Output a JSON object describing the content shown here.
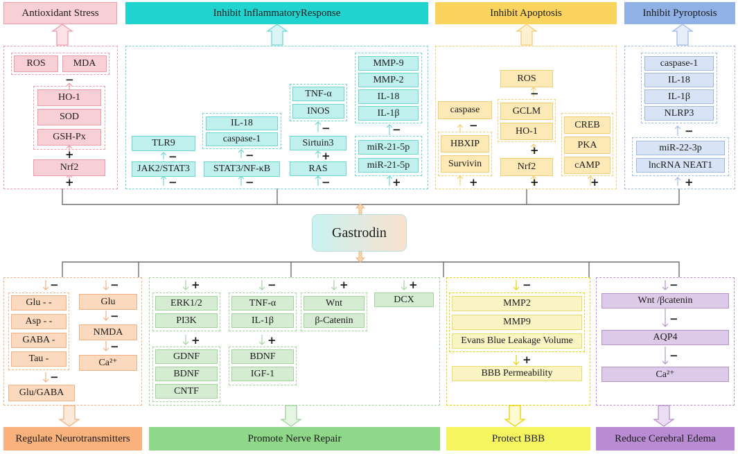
{
  "center": "Gastrodin",
  "headers": {
    "antioxidant": "Antioxidant Stress",
    "inflammatory": "Inhibit InflammatoryResponse",
    "apoptosis": "Inhibit Apoptosis",
    "pyroptosis": "Inhibit Pyroptosis",
    "neurotransmitters": "Regulate Neurotransmitters",
    "nerve_repair": "Promote Nerve Repair",
    "bbb": "Protect BBB",
    "edema": "Reduce Cerebral Edema"
  },
  "antioxidant": {
    "ros": "ROS",
    "mda": "MDA",
    "ho1": "HO-1",
    "sod": "SOD",
    "gshpx": "GSH-Px",
    "nrf2": "Nrf2"
  },
  "inflammatory": {
    "tlr9": "TLR9",
    "jak2": "JAK2/STAT3",
    "il18": "IL-18",
    "caspase1": "caspase-1",
    "stat3": "STAT3/NF-κB",
    "tnfa": "TNF-α",
    "inos": "INOS",
    "sirtuin3": "Sirtuin3",
    "ras": "RAS",
    "mmp9": "MMP-9",
    "mmp2": "MMP-2",
    "il18b": "IL-18",
    "il1b": "IL-1β",
    "mir21a": "miR-21-5p",
    "mir21b": "miR-21-5p"
  },
  "apoptosis": {
    "caspase": "caspase",
    "hbxip": "HBXIP",
    "survivin": "Survivin",
    "ros": "ROS",
    "gclm": "GCLM",
    "ho1": "HO-1",
    "nrf2": "Nrf2",
    "creb": "CREB",
    "pka": "PKA",
    "camp": "cAMP"
  },
  "pyroptosis": {
    "caspase1": "caspase-1",
    "il18": "IL-18",
    "il1b": "IL-1β",
    "nlrp3": "NLRP3",
    "mir22": "miR-22-3p",
    "neat1": "lncRNA NEAT1"
  },
  "neuro": {
    "glu": "Glu -  -",
    "asp": "Asp -  -",
    "gaba": "GABA -",
    "tau": "Tau -",
    "glugaba": "Glu/GABA",
    "glu2": "Glu",
    "nmda": "NMDA",
    "ca": "Ca²⁺"
  },
  "nerve": {
    "erk": "ERK1/2",
    "pi3k": "PI3K",
    "gdnf": "GDNF",
    "bdnf": "BDNF",
    "cntf": "CNTF",
    "tnfa": "TNF-α",
    "il1b": "IL-1β",
    "bdnf2": "BDNF",
    "igf1": "IGF-1",
    "wnt": "Wnt",
    "bcat": "β-Catenin",
    "dcx": "DCX"
  },
  "bbb": {
    "mmp2": "MMP2",
    "mmp9": "MMP9",
    "evans": "Evans Blue Leakage Volume",
    "perm": "BBB Permeability"
  },
  "edema": {
    "wnt": "Wnt /βcatenin",
    "aqp4": "AQP4",
    "ca": "Ca²⁺"
  },
  "signs": {
    "plus": "+",
    "minus": "−"
  },
  "colors": {
    "pink": "#f9cfd6",
    "cyan": "#bff0ee",
    "yellow": "#fde9b6",
    "blue": "#d8e4f6",
    "orange": "#fbd9be",
    "green": "#d5ecd3",
    "light_yellow": "#faf4c5",
    "purple": "#ddcae8"
  }
}
